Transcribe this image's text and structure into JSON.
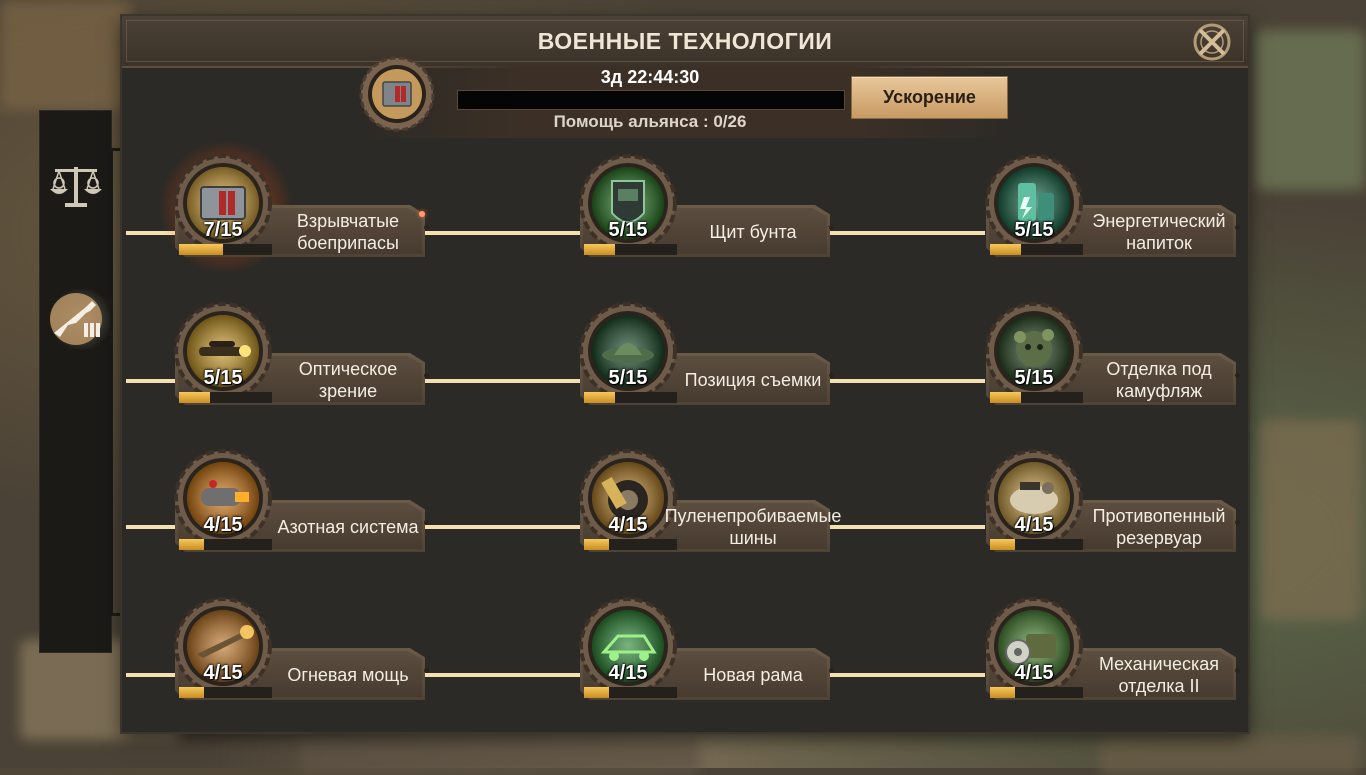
{
  "window": {
    "title": "ВОЕННЫЕ ТЕХНОЛОГИИ"
  },
  "research": {
    "timer": "3д 22:44:30",
    "progress": 0,
    "alliance_help": "Помощь альянса : 0/26",
    "speedup_label": "Ускорение"
  },
  "sidebar": [
    {
      "icon": "scales-coin-icon",
      "active": false
    },
    {
      "icon": "rifle-ammo-icon",
      "active": true
    }
  ],
  "colors": {
    "accent": "#f3dfb0",
    "button": "#d9b27f",
    "bar": "#e9b540"
  },
  "techs": [
    {
      "name": "Взрывчатые боеприпасы",
      "level": "7/15",
      "progress": 0.47,
      "icon": "ammo-crate-icon",
      "active": true,
      "alert": true
    },
    {
      "name": "Щит бунта",
      "level": "5/15",
      "progress": 0.33,
      "icon": "riot-shield-icon"
    },
    {
      "name": "Энергетический напиток",
      "level": "5/15",
      "progress": 0.33,
      "icon": "energy-drink-icon"
    },
    {
      "name": "Оптическое зрение",
      "level": "5/15",
      "progress": 0.33,
      "icon": "scope-icon"
    },
    {
      "name": "Позиция съемки",
      "level": "5/15",
      "progress": 0.33,
      "icon": "sniper-hat-icon"
    },
    {
      "name": "Отделка под камуфляж",
      "level": "5/15",
      "progress": 0.33,
      "icon": "camouflage-icon"
    },
    {
      "name": "Азотная система",
      "level": "4/15",
      "progress": 0.27,
      "icon": "nitro-icon"
    },
    {
      "name": "Пуленепробиваемые шины",
      "level": "4/15",
      "progress": 0.27,
      "icon": "tire-icon"
    },
    {
      "name": "Противопенный резервуар",
      "level": "4/15",
      "progress": 0.27,
      "icon": "tank-reservoir-icon"
    },
    {
      "name": "Огневая мощь",
      "level": "4/15",
      "progress": 0.27,
      "icon": "rifle-fire-icon"
    },
    {
      "name": "Новая рама",
      "level": "4/15",
      "progress": 0.27,
      "icon": "vehicle-frame-icon"
    },
    {
      "name": "Механическая отделка II",
      "level": "4/15",
      "progress": 0.27,
      "icon": "mechanic-toolbox-icon"
    }
  ]
}
